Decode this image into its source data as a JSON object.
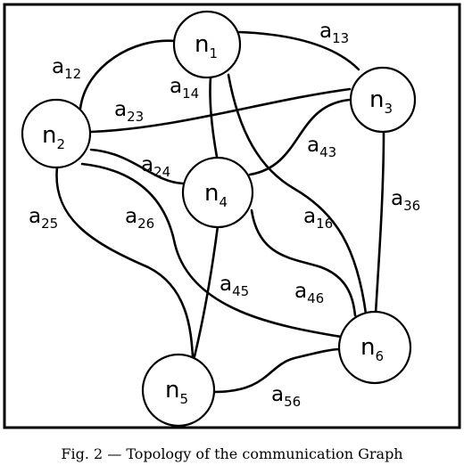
{
  "nodes": {
    "n1": {
      "base": "n",
      "sub": "1"
    },
    "n2": {
      "base": "n",
      "sub": "2"
    },
    "n3": {
      "base": "n",
      "sub": "3"
    },
    "n4": {
      "base": "n",
      "sub": "4"
    },
    "n5": {
      "base": "n",
      "sub": "5"
    },
    "n6": {
      "base": "n",
      "sub": "6"
    }
  },
  "edges": {
    "a12": {
      "base": "a",
      "sub": "12"
    },
    "a13": {
      "base": "a",
      "sub": "13"
    },
    "a14": {
      "base": "a",
      "sub": "14"
    },
    "a16": {
      "base": "a",
      "sub": "16"
    },
    "a23": {
      "base": "a",
      "sub": "23"
    },
    "a24": {
      "base": "a",
      "sub": "24"
    },
    "a25": {
      "base": "a",
      "sub": "25"
    },
    "a26": {
      "base": "a",
      "sub": "26"
    },
    "a36": {
      "base": "a",
      "sub": "36"
    },
    "a43": {
      "base": "a",
      "sub": "43"
    },
    "a45": {
      "base": "a",
      "sub": "45"
    },
    "a46": {
      "base": "a",
      "sub": "46"
    },
    "a56": {
      "base": "a",
      "sub": "56"
    }
  },
  "caption": "Fig. 2 — Topology of the communication Graph"
}
